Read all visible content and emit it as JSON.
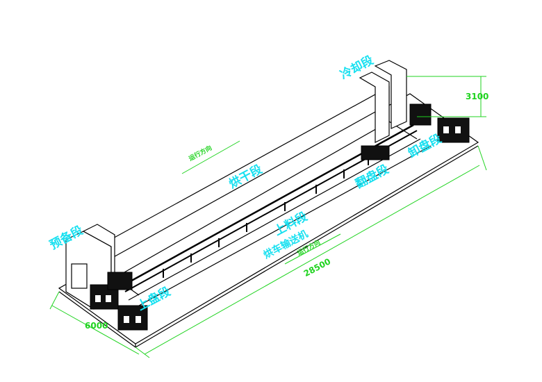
{
  "sections": {
    "cooling": "冷却段",
    "drying": "烘干段",
    "preparation": "预备段",
    "loading": "上料段",
    "tray_loading": "上盘段",
    "tray_flipping": "翻盘段",
    "tray_unloading": "卸盘段",
    "conveyor": "烘车输送机"
  },
  "direction_labels": {
    "top": "运行方向",
    "bottom": "运行方向"
  },
  "dimensions": {
    "height": "3100",
    "length": "28500",
    "width": "6000"
  },
  "colors": {
    "section_label": "#19e0f0",
    "dimension": "#1fd31f",
    "line": "#000000"
  }
}
